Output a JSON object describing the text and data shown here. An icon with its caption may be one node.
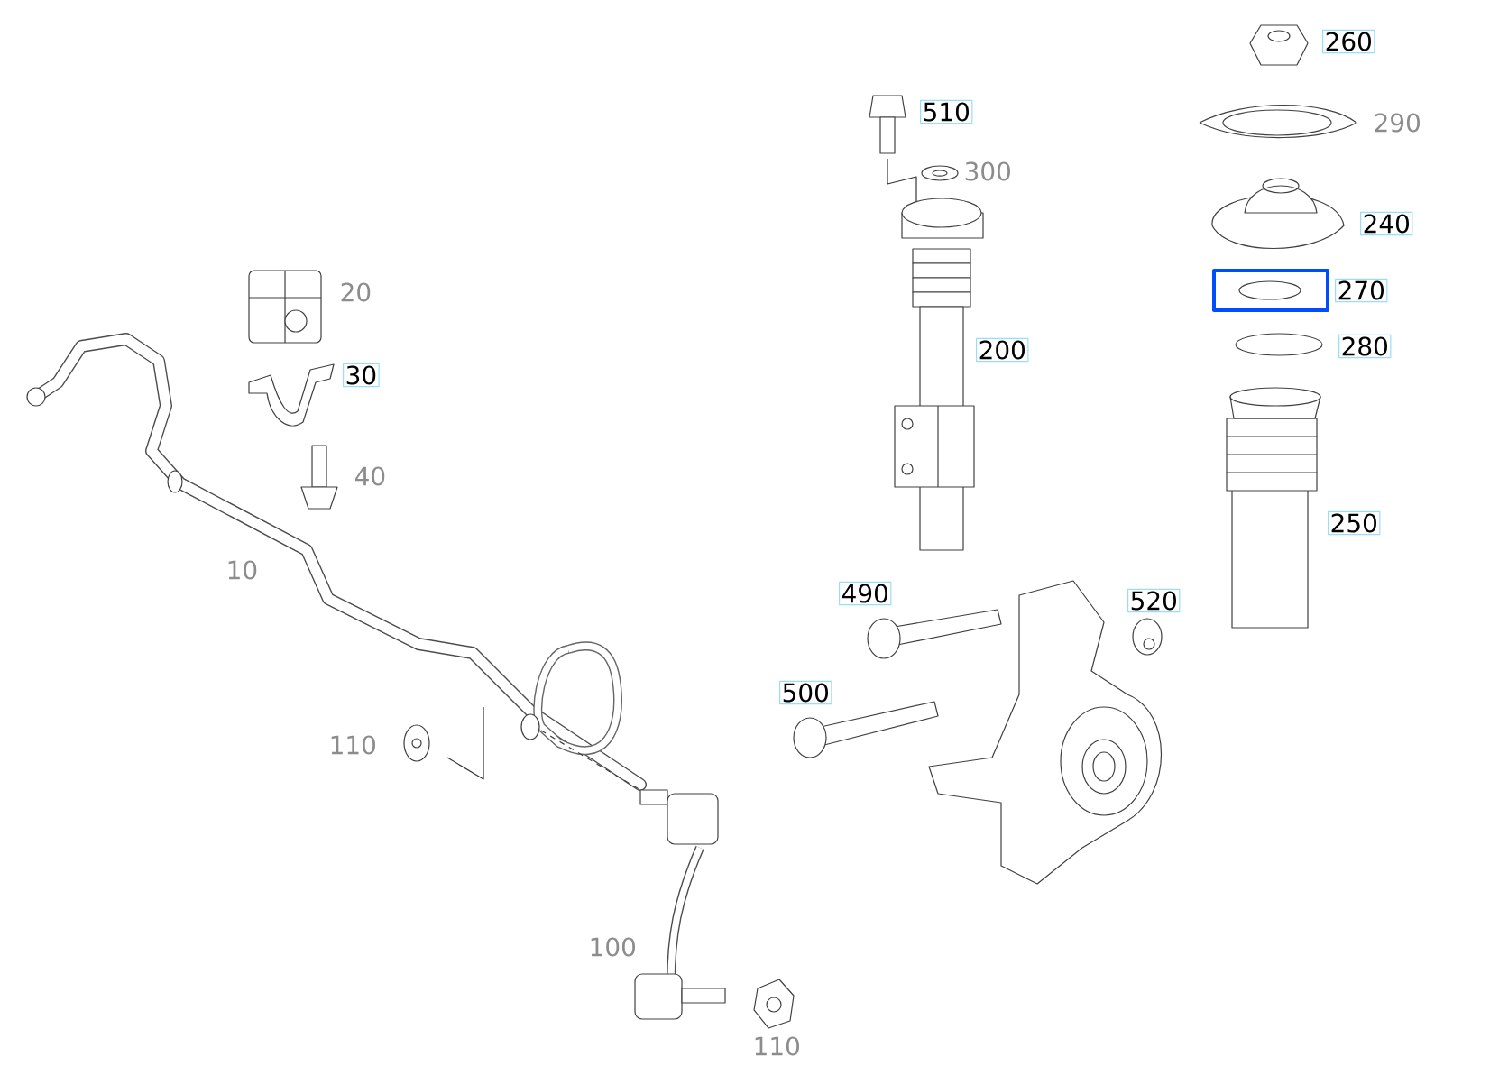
{
  "diagram": {
    "labels": [
      "260",
      "510",
      "290",
      "300",
      "240",
      "20",
      "270",
      "30",
      "200",
      "280",
      "40",
      "250",
      "10",
      "490",
      "520",
      "500",
      "110",
      "100",
      "110"
    ]
  }
}
